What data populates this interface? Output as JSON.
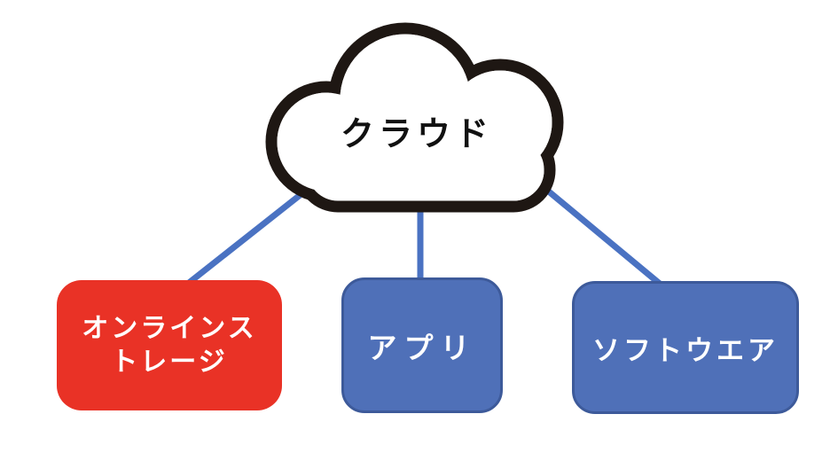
{
  "diagram": {
    "cloud": {
      "label": "クラウド"
    },
    "nodes": [
      {
        "id": "online-storage",
        "label": "オンラインストレージ",
        "lines": [
          "オンラインス",
          "トレージ"
        ],
        "fill": "#e93226",
        "text_color": "#ffffff",
        "highlighted": true
      },
      {
        "id": "app",
        "label": "アプリ",
        "fill": "#4f70b8",
        "border": "#3d5a9a",
        "text_color": "#ffffff",
        "highlighted": false
      },
      {
        "id": "software",
        "label": "ソフトウエア",
        "fill": "#4f70b8",
        "border": "#3d5a9a",
        "text_color": "#ffffff",
        "highlighted": false
      }
    ],
    "colors": {
      "cloud_outline": "#1e1713",
      "cloud_fill": "#ffffff",
      "cloud_text": "#111111",
      "connector": "#4a72c2",
      "highlight_red": "#e93226",
      "node_blue": "#4f70b8",
      "node_blue_border": "#3d5a9a"
    }
  }
}
